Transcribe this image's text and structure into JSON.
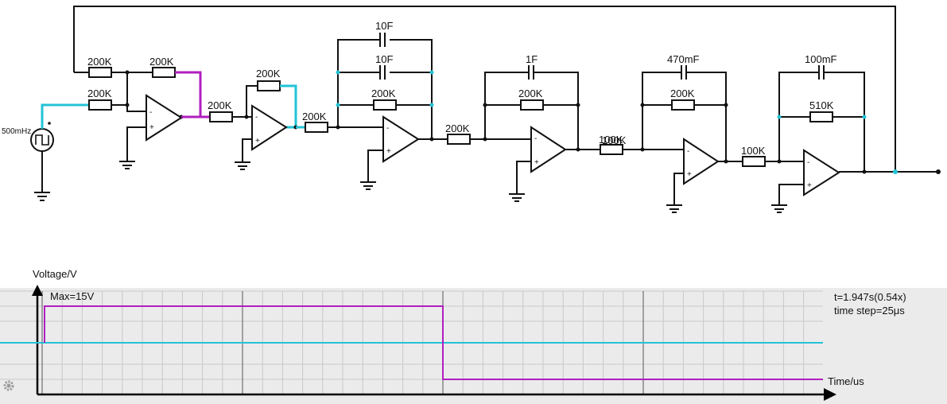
{
  "circuit": {
    "source_label": "500mHz",
    "stage1": {
      "rin": "200K",
      "rf": "200K",
      "rfb": "200K"
    },
    "stage2": {
      "rin": "200K",
      "rf": "200K"
    },
    "stage3": {
      "rin": "200K",
      "c1": "10F",
      "c2": "10F",
      "rf": "200K"
    },
    "stage4": {
      "rin": "200K",
      "c": "1F",
      "rf": "200K"
    },
    "stage5": {
      "rin": "100K",
      "c": "470mF",
      "rf": "200K"
    },
    "stage6": {
      "rin": "100K",
      "c": "100mF",
      "rf": "510K"
    },
    "opamp_minus": "-",
    "opamp_plus": "+"
  },
  "scope": {
    "y_axis_label": "Voltage/V",
    "max_label": "Max=15V",
    "x_axis_label": "Time/us",
    "time_readout": "t=1.947s(0.54x)",
    "step_readout": "time step=25μs",
    "settings_icon": "gear-icon",
    "colors": {
      "magenta": "#b01fbf",
      "cyan": "#22c3d6",
      "grid": "#c8c8c8",
      "background": "#ebebeb"
    }
  }
}
